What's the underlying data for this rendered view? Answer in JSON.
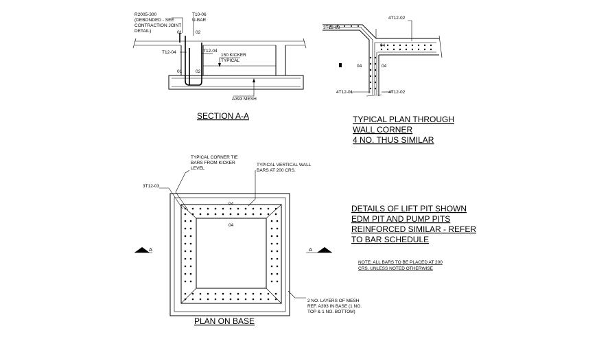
{
  "section_aa": {
    "title": "SECTION A-A",
    "note_contraction": [
      "R2005-300",
      "(DEBONDED - SEE",
      "CONTRACTION JOINT",
      "DETAIL)"
    ],
    "note_ubar": [
      "T10-06",
      "U-BAR"
    ],
    "label_01_top": "01",
    "label_02_top": "02",
    "label_t1204_left": "T12-04",
    "label_t1204_right": "T12-04",
    "note_kicker": [
      "150 KICKER",
      "TYPICAL"
    ],
    "label_01_bottom": "01",
    "label_02_bottom": "02",
    "label_mesh": "A393 MESH"
  },
  "wall_corner": {
    "title_lines": [
      "TYPICAL PLAN THROUGH",
      "WALL CORNER",
      "4 NO. THUS SIMILAR"
    ],
    "label_3t1203": "3T12-03",
    "label_4t1202_top": "4T12-02",
    "label_04_a": "04",
    "label_04_b": "04",
    "label_04_c": "04",
    "label_4t1201": "4T12-01",
    "label_4t1202_bottom": "4T12-02"
  },
  "plan_base": {
    "title": "PLAN ON BASE",
    "note_corner_tie": [
      "TYPICAL CORNER TIE",
      "BARS FROM KICKER",
      "LEVEL"
    ],
    "note_vertical_wall": [
      "TYPICAL VERTICAL WALL",
      "BARS AT 200 CRS."
    ],
    "label_3t1203": "3T12-03",
    "label_04_top": "04",
    "label_04_inner": "04",
    "section_left": "A",
    "section_right": "A",
    "note_mesh": [
      "2 NO. LAYERS OF MESH",
      "REF. A393 IN BASE (1 NO.",
      "TOP & 1 NO. BOTTOM)"
    ]
  },
  "details_note": {
    "lines": [
      "DETAILS OF LIFT PIT SHOWN",
      "EDM PIT AND PUMP PITS",
      "REINFORCED SIMILAR - REFER",
      "TO BAR SCHEDULE"
    ],
    "note_all_bars": [
      "NOTE: ALL BARS TO BE PLACED AT 200",
      "CRS. UNLESS NOTED OTHERWISE"
    ]
  }
}
